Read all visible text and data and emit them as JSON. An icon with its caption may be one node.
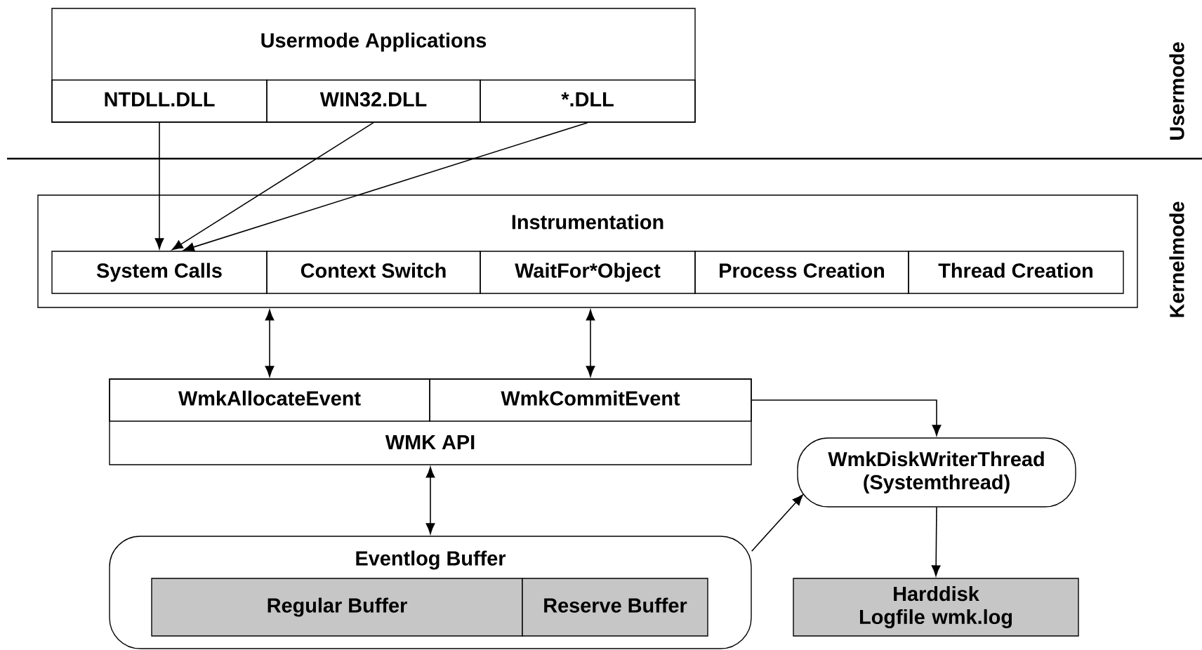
{
  "diagram": {
    "nodes": [
      {
        "text": [
          "Usermode Applications"
        ]
      },
      {
        "text": [
          "NTDLL.DLL"
        ],
        "in": 0
      },
      {
        "text": [
          "WIN32.DLL"
        ],
        "in": 0
      },
      {
        "text": [
          "*.DLL"
        ],
        "in": 0
      },
      {
        "text": [
          "Instrumentation"
        ]
      },
      {
        "text": [
          "System Calls"
        ],
        "in": 4
      },
      {
        "text": [
          "Context Switch"
        ],
        "in": 4
      },
      {
        "text": [
          "WaitFor*Object"
        ],
        "in": 4
      },
      {
        "text": [
          "Process Creation"
        ],
        "in": 4
      },
      {
        "text": [
          "Thread Creation"
        ],
        "in": 4
      },
      {
        "text": [
          "WMK API"
        ]
      },
      {
        "text": [
          "WmkAllocateEvent"
        ],
        "in": 10
      },
      {
        "text": [
          "WmkCommitEvent"
        ],
        "in": 10
      },
      {
        "text": [
          "WmkDiskWriterThread (Systemthread)"
        ]
      },
      {
        "text": [
          "Eventlog Buffer"
        ]
      },
      {
        "text": [
          "Regular Buffer"
        ],
        "in": 14
      },
      {
        "text": [
          "Reserve Buffer"
        ],
        "in": 14
      },
      {
        "text": [
          "Harddisk Logfile wmk.log"
        ]
      }
    ],
    "edges": [
      {
        "from": 1,
        "to": 5,
        "arrow": "to"
      },
      {
        "from": 2,
        "to": 5,
        "arrow": "to"
      },
      {
        "from": 3,
        "to": 5,
        "arrow": "to"
      },
      {
        "from": 4,
        "to": 11,
        "arrow": "both"
      },
      {
        "from": 4,
        "to": 12,
        "arrow": "both"
      },
      {
        "from": 10,
        "to": 14,
        "arrow": "both"
      },
      {
        "from": 12,
        "to": 13,
        "arrow": "to"
      },
      {
        "from": 14,
        "to": 13,
        "arrow": "to"
      },
      {
        "from": 13,
        "to": 17,
        "arrow": "to"
      }
    ],
    "labels": [
      "Usermode",
      "Kernelmode"
    ]
  }
}
